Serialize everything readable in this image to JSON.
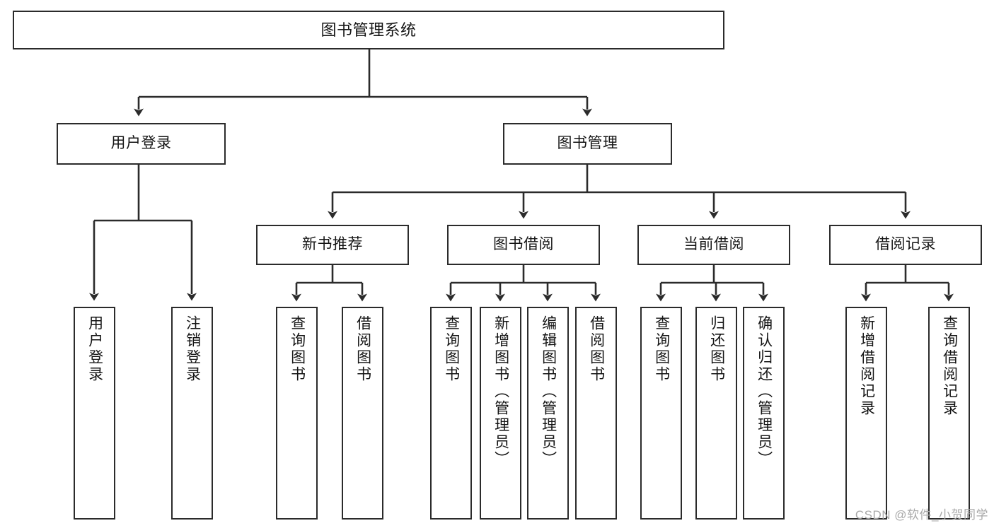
{
  "diagram": {
    "type": "tree",
    "title": "图书管理系统",
    "watermark": "CSDN @软件_小贺同学",
    "colors": {
      "stroke": "#2b2b2b",
      "fill": "#ffffff",
      "text": "#151515",
      "watermark": "#a9a9a9"
    },
    "levels": {
      "root": {
        "label": "图书管理系统"
      },
      "level1": [
        {
          "id": "user-login",
          "label": "用户登录"
        },
        {
          "id": "book-management",
          "label": "图书管理"
        }
      ],
      "level2": [
        {
          "id": "new-book-recommend",
          "label": "新书推荐",
          "parent": "book-management"
        },
        {
          "id": "book-borrow",
          "label": "图书借阅",
          "parent": "book-management"
        },
        {
          "id": "current-borrow",
          "label": "当前借阅",
          "parent": "book-management"
        },
        {
          "id": "borrow-record",
          "label": "借阅记录",
          "parent": "book-management"
        }
      ],
      "leaves": [
        {
          "id": "leaf-user-login",
          "label": "用户登录",
          "parent": "user-login"
        },
        {
          "id": "leaf-user-logout",
          "label": "注销登录",
          "parent": "user-login"
        },
        {
          "id": "leaf-query-book-1",
          "label": "查询图书",
          "parent": "new-book-recommend"
        },
        {
          "id": "leaf-borrow-book-1",
          "label": "借阅图书",
          "parent": "new-book-recommend"
        },
        {
          "id": "leaf-query-book-2",
          "label": "查询图书",
          "parent": "book-borrow"
        },
        {
          "id": "leaf-add-book",
          "label": "新增图书（管理员）",
          "parent": "book-borrow"
        },
        {
          "id": "leaf-edit-book",
          "label": "编辑图书（管理员）",
          "parent": "book-borrow"
        },
        {
          "id": "leaf-borrow-book-2",
          "label": "借阅图书",
          "parent": "book-borrow"
        },
        {
          "id": "leaf-query-book-3",
          "label": "查询图书",
          "parent": "current-borrow"
        },
        {
          "id": "leaf-return-book",
          "label": "归还图书",
          "parent": "current-borrow"
        },
        {
          "id": "leaf-confirm-return",
          "label": "确认归还（管理员）",
          "parent": "current-borrow"
        },
        {
          "id": "leaf-add-record",
          "label": "新增借阅记录",
          "parent": "borrow-record"
        },
        {
          "id": "leaf-query-record",
          "label": "查询借阅记录",
          "parent": "borrow-record"
        }
      ]
    }
  }
}
